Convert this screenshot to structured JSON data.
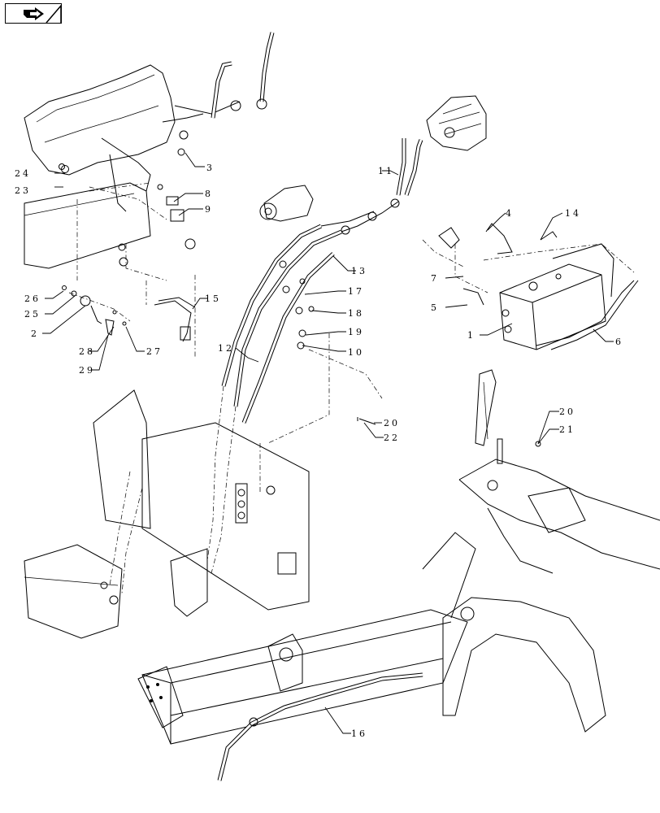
{
  "nav": {
    "icon": "page-navigation-arrow-icon"
  },
  "callouts": {
    "c1": "1",
    "c2": "2",
    "c3": "3",
    "c4": "4",
    "c5": "5",
    "c6": "6",
    "c7": "7",
    "c8": "8",
    "c9": "9",
    "c10": "10",
    "c11": "11",
    "c12": "12",
    "c13": "13",
    "c14": "14",
    "c15": "15",
    "c16": "16",
    "c17": "17",
    "c18": "18",
    "c19": "19",
    "c20a": "20",
    "c20b": "20",
    "c21": "21",
    "c22": "22",
    "c23": "23",
    "c24": "24",
    "c25": "25",
    "c26": "26",
    "c27": "27",
    "c28": "28",
    "c29": "29"
  }
}
